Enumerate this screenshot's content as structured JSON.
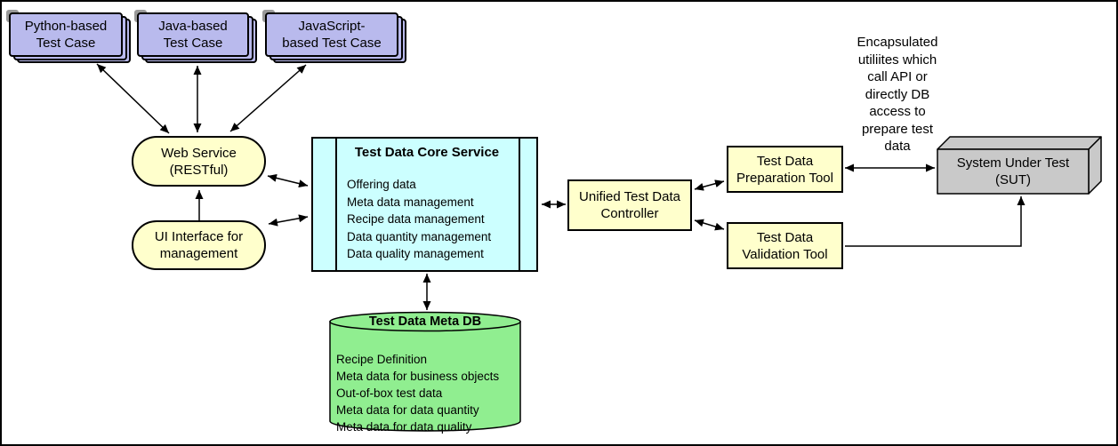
{
  "test_cases": [
    {
      "label": "Python-based\nTest Case"
    },
    {
      "label": "Java-based\nTest Case"
    },
    {
      "label": "JavaScript-\nbased Test Case"
    }
  ],
  "web_service": {
    "label": "Web Service\n(RESTful)"
  },
  "ui_interface": {
    "label": "UI Interface for\nmanagement"
  },
  "core_service": {
    "title": "Test Data Core Service",
    "items": [
      "Offering data",
      "Meta data management",
      "Recipe data management",
      "Data quantity management",
      "Data quality management"
    ]
  },
  "controller": {
    "label": "Unified Test Data\nController"
  },
  "preparation_tool": {
    "label": "Test Data\nPreparation Tool"
  },
  "validation_tool": {
    "label": "Test Data\nValidation Tool"
  },
  "sut": {
    "label": "System Under Test\n(SUT)"
  },
  "annotation": "Encapsulated\nutiliites which\ncall API or\ndirectly DB\naccess to\nprepare test\ndata",
  "meta_db": {
    "title": "Test Data Meta DB",
    "items": [
      "Recipe Definition",
      "Meta data for business objects",
      "Out-of-box test data",
      "Meta data for data quantity",
      "Meta data for data quality"
    ]
  },
  "colors": {
    "test_case_fill": "#b9baed",
    "service_fill": "#ffffcc",
    "core_fill": "#ccffff",
    "db_fill": "#90ee90",
    "sut_fill": "#c9c9c9",
    "line": "#000000"
  }
}
